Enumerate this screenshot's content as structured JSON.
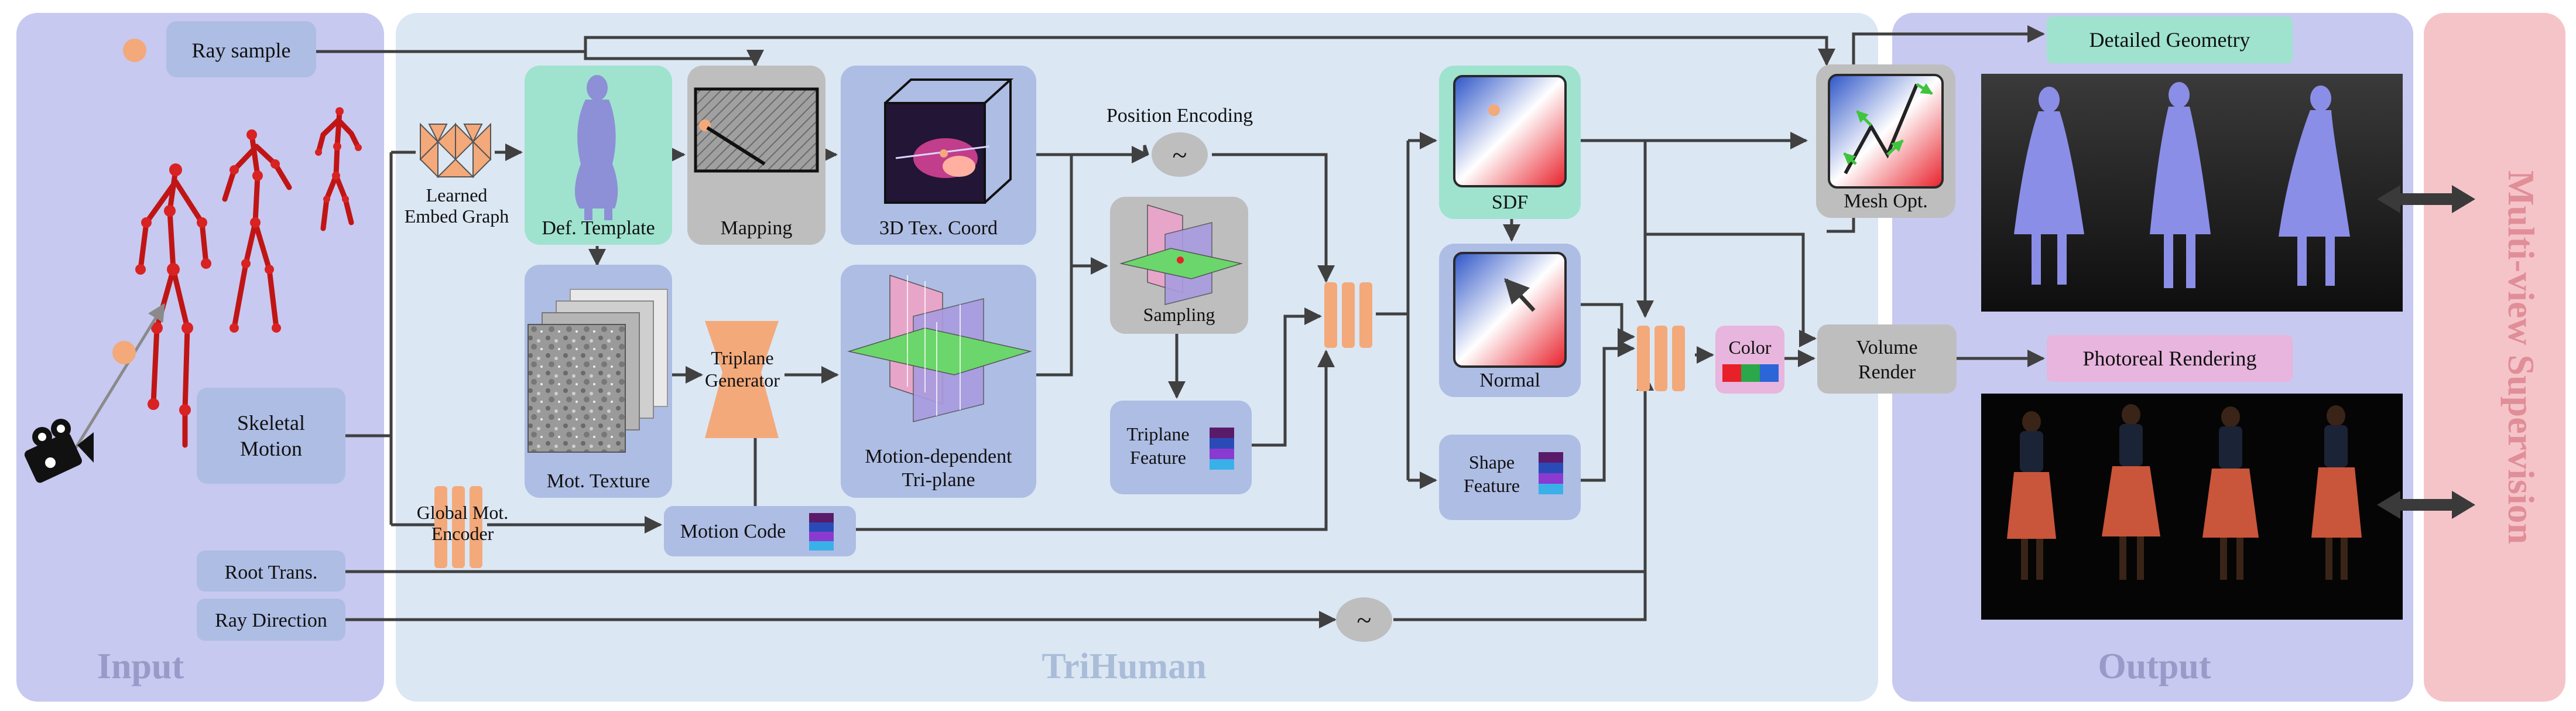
{
  "panels": {
    "input": "Input",
    "trihuman": "TriHuman",
    "output": "Output",
    "supervision": "Multi-view Supervision"
  },
  "nodes": {
    "ray_sample": "Ray sample",
    "skeletal_motion_1": "Skeletal",
    "skeletal_motion_2": "Motion",
    "root_trans": "Root Trans.",
    "ray_direction": "Ray Direction",
    "embed_graph_1": "Learned",
    "embed_graph_2": "Embed Graph",
    "def_template": "Def. Template",
    "mapping": "Mapping",
    "tex_coord": "3D Tex. Coord",
    "position_encoding": "Position Encoding",
    "mot_texture": "Mot. Texture",
    "triplane_generator_1": "Triplane",
    "triplane_generator_2": "Generator",
    "motion_triplane_1": "Motion-dependent",
    "motion_triplane_2": "Tri-plane",
    "sampling": "Sampling",
    "triplane_feature_1": "Triplane",
    "triplane_feature_2": "Feature",
    "global_encoder_1": "Global Mot.",
    "global_encoder_2": "Encoder",
    "motion_code": "Motion Code",
    "sdf": "SDF",
    "normal": "Normal",
    "shape_feature_1": "Shape",
    "shape_feature_2": "Feature",
    "color": "Color",
    "mesh_opt": "Mesh Opt.",
    "volume_render_1": "Volume",
    "volume_render_2": "Render",
    "detailed_geometry": "Detailed Geometry",
    "photoreal_rendering": "Photoreal Rendering",
    "tilde_1": "~",
    "tilde_2": "~"
  },
  "colors": {
    "input_panel": "#c7c9f0",
    "trihuman_panel": "#dce7f4",
    "output_panel": "#c7c9f0",
    "supervision_panel": "#f5c4c9",
    "blue_box": "#aebde4",
    "gray_box": "#bebebe",
    "green_box": "#9fe3cf",
    "pink_box": "#e7b5dd",
    "orange": "#f3a97a"
  }
}
